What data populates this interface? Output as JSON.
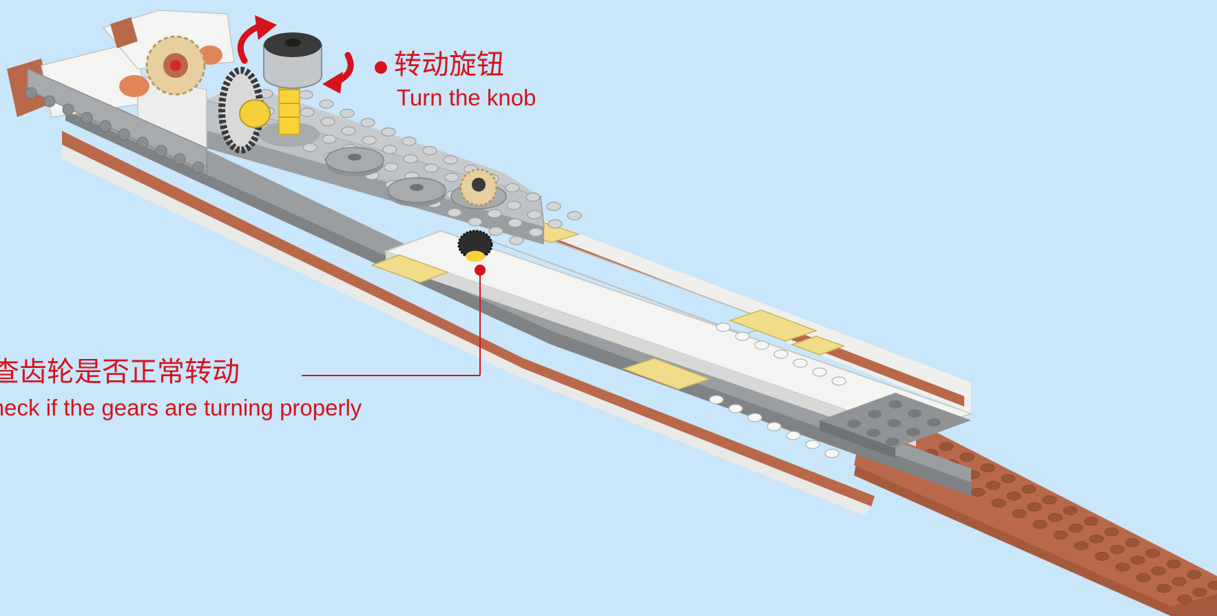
{
  "annotations": {
    "knob": {
      "zh": "转动旋钮",
      "en": "Turn the knob"
    },
    "gears": {
      "zh": "检查齿轮是否正常转动",
      "en": "Check if the gears are turning properly"
    }
  },
  "colors": {
    "background": "#c9e6fa",
    "annotation": "#d6121c",
    "brick_light_gray": "#bfc2c4",
    "brick_dark_gray": "#8f9396",
    "brick_white": "#f4f4f2",
    "brick_tan": "#f1dc8a",
    "brick_brown": "#b9694a",
    "axle_yellow": "#f7d23a",
    "knob_black": "#3a3a3a"
  },
  "icons": [
    "rotate-arrow-icon",
    "knob-icon",
    "gear-icon",
    "pointer-dot-icon"
  ]
}
